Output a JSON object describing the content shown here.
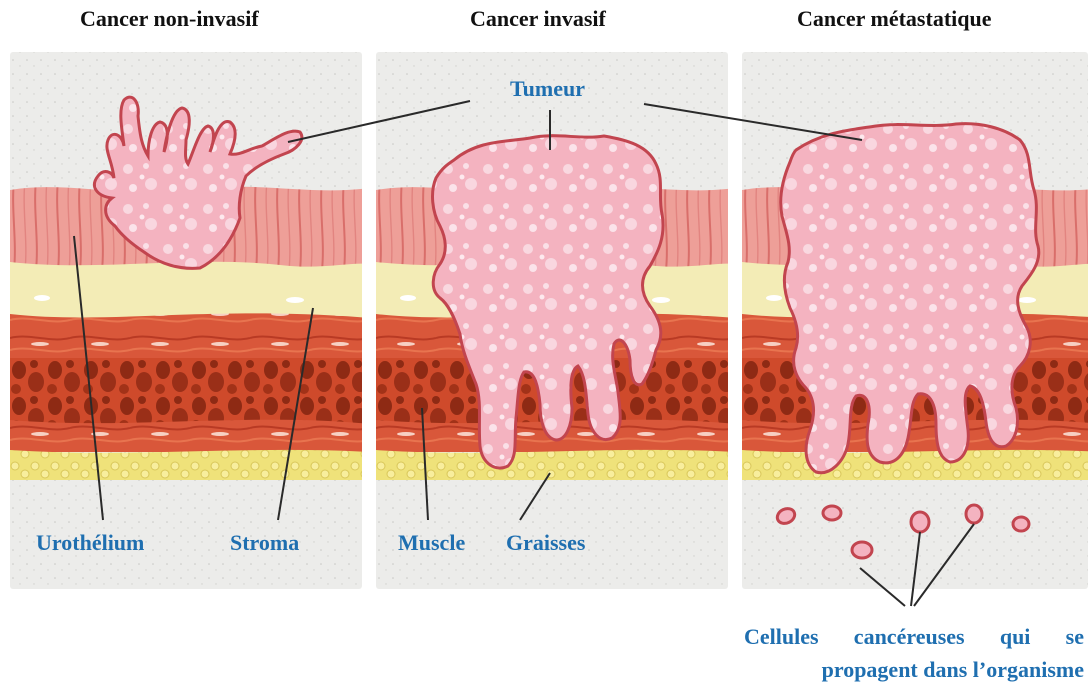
{
  "titles": {
    "non_invasive": "Cancer non-invasif",
    "invasive": "Cancer invasif",
    "metastatic": "Cancer métastatique"
  },
  "labels": {
    "tumour": "Tumeur",
    "urothelium": "Urothélium",
    "stroma": "Stroma",
    "muscle": "Muscle",
    "fat": "Graisses"
  },
  "caption": {
    "line1": "Cellules cancéreuses qui se",
    "line2": "propagent dans l’organisme"
  },
  "colors": {
    "label_blue": "#1f6fb0",
    "urothelium": "#ec9a94",
    "stroma": "#f3ecb6",
    "muscle": "#d7542f",
    "fat": "#efe27a",
    "tumour": "#f4b6c2",
    "tumour_edge": "#c2454f",
    "background_panel": "#ececea"
  }
}
